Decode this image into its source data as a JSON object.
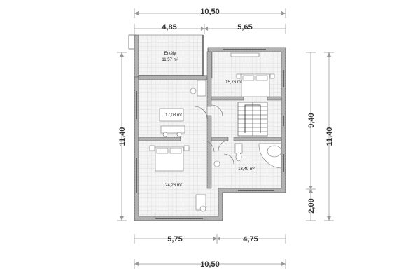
{
  "dimensions": {
    "top_total": "10,50",
    "top_left": "4,85",
    "top_right": "5,65",
    "bottom_left": "5,75",
    "bottom_right": "4,75",
    "bottom_total": "10,50",
    "left_total": "11,40",
    "right_inner": "9,40",
    "right_inner_small": "2,00",
    "right_total": "11,40"
  },
  "rooms": {
    "balcony_name": "Erkély",
    "balcony_area": "11,57 m²",
    "bedroom_top_area": "15,76 m²",
    "middle_room_area": "17,08 m²",
    "bathroom_area": "13,49 m²",
    "bedroom_bottom_area": "24,26 m²"
  }
}
